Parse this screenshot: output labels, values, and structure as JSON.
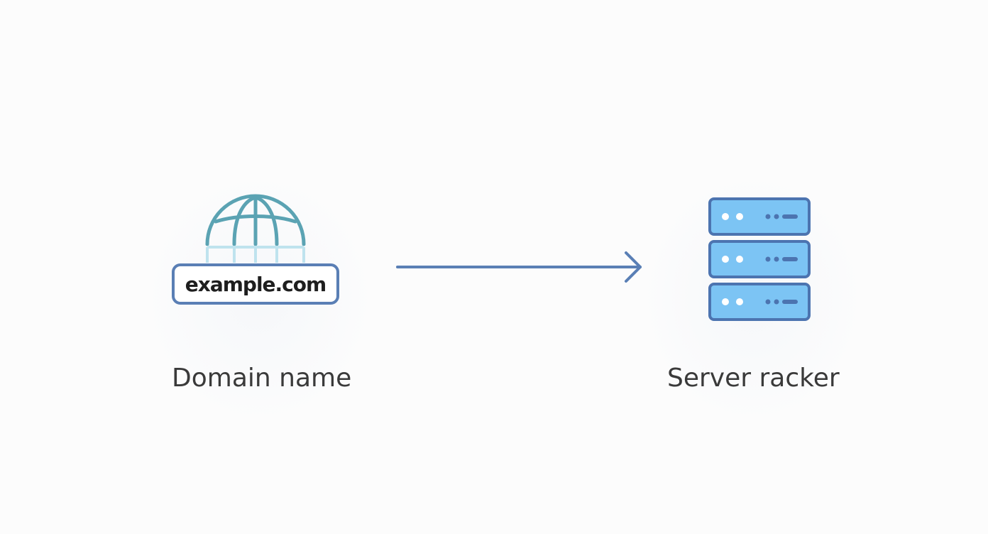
{
  "domain_label": "example.com",
  "left_caption": "Domain name",
  "right_caption": "Server racker",
  "icons": {
    "globe": "globe-icon",
    "arrow": "right-arrow-icon",
    "server": "server-rack-icon"
  },
  "colors": {
    "globe": "#5ba3b3",
    "border": "#5a7fb5",
    "server_fill": "#7cc4f4",
    "arrow": "#5a7fb5",
    "text": "#3a3a3a"
  }
}
